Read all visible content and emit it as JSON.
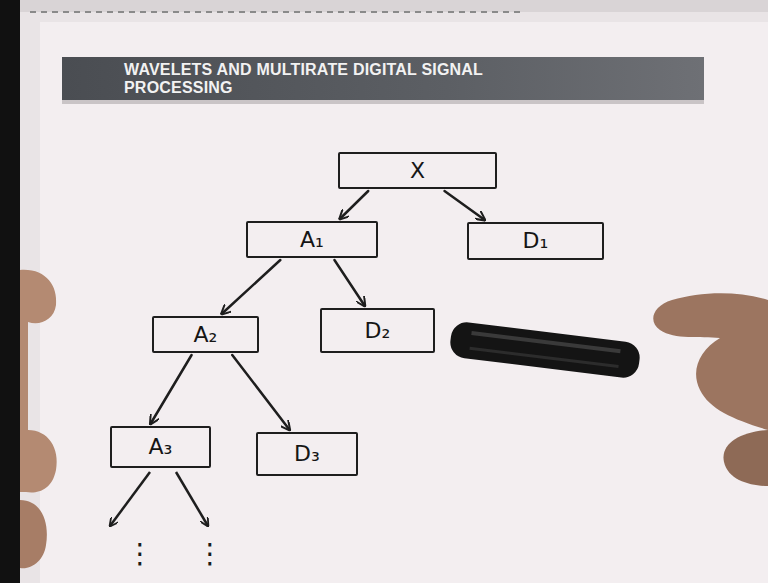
{
  "diagram": {
    "title": "WAVELETS AND MULTIRATE DIGITAL SIGNAL PROCESSING",
    "nodes": [
      {
        "text": [
          "X"
        ]
      },
      {
        "text": [
          "A₁"
        ]
      },
      {
        "text": [
          "D₁"
        ]
      },
      {
        "text": [
          "A₂"
        ]
      },
      {
        "text": [
          "D₂"
        ]
      },
      {
        "text": [
          "A₃"
        ]
      },
      {
        "text": [
          "D₃"
        ]
      }
    ],
    "edges": [
      {
        "from": 0,
        "to": 1,
        "arrow": "to"
      },
      {
        "from": 0,
        "to": 2,
        "arrow": "to"
      },
      {
        "from": 1,
        "to": 3,
        "arrow": "to"
      },
      {
        "from": 1,
        "to": 4,
        "arrow": "to"
      },
      {
        "from": 3,
        "to": 5,
        "arrow": "to"
      },
      {
        "from": 3,
        "to": 6,
        "arrow": "to"
      }
    ],
    "labels": [
      "⋮",
      "⋮"
    ]
  }
}
